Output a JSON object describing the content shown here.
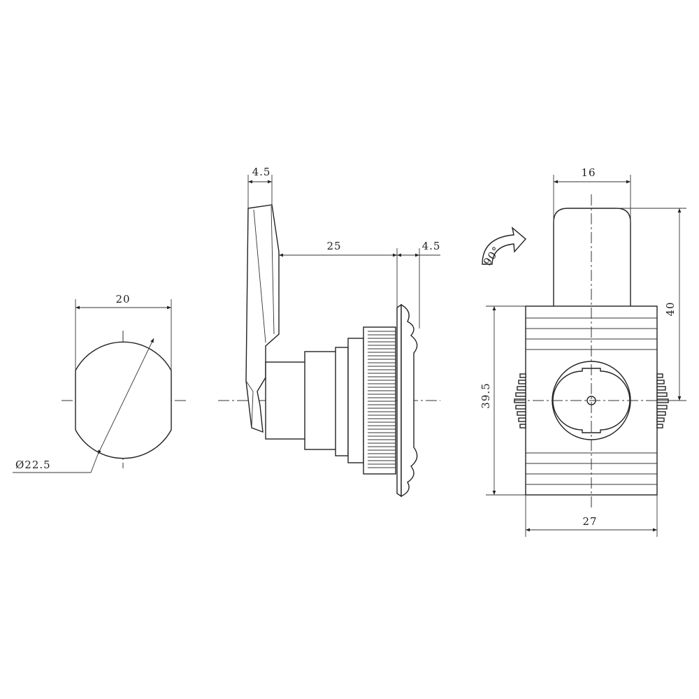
{
  "drawing": {
    "front_view": {
      "width_dim": "20",
      "diameter_dim": "Ø22.5"
    },
    "side_view": {
      "cam_thickness_dim": "4.5",
      "body_length_dim": "25",
      "flange_thickness_dim": "4.5"
    },
    "back_view": {
      "rotation_label": "90°",
      "cam_width_dim": "16",
      "overall_height_dim": "40",
      "body_height_dim": "39.5",
      "body_width_dim": "27"
    }
  },
  "colors": {
    "line": "#222222",
    "background": "#ffffff"
  }
}
